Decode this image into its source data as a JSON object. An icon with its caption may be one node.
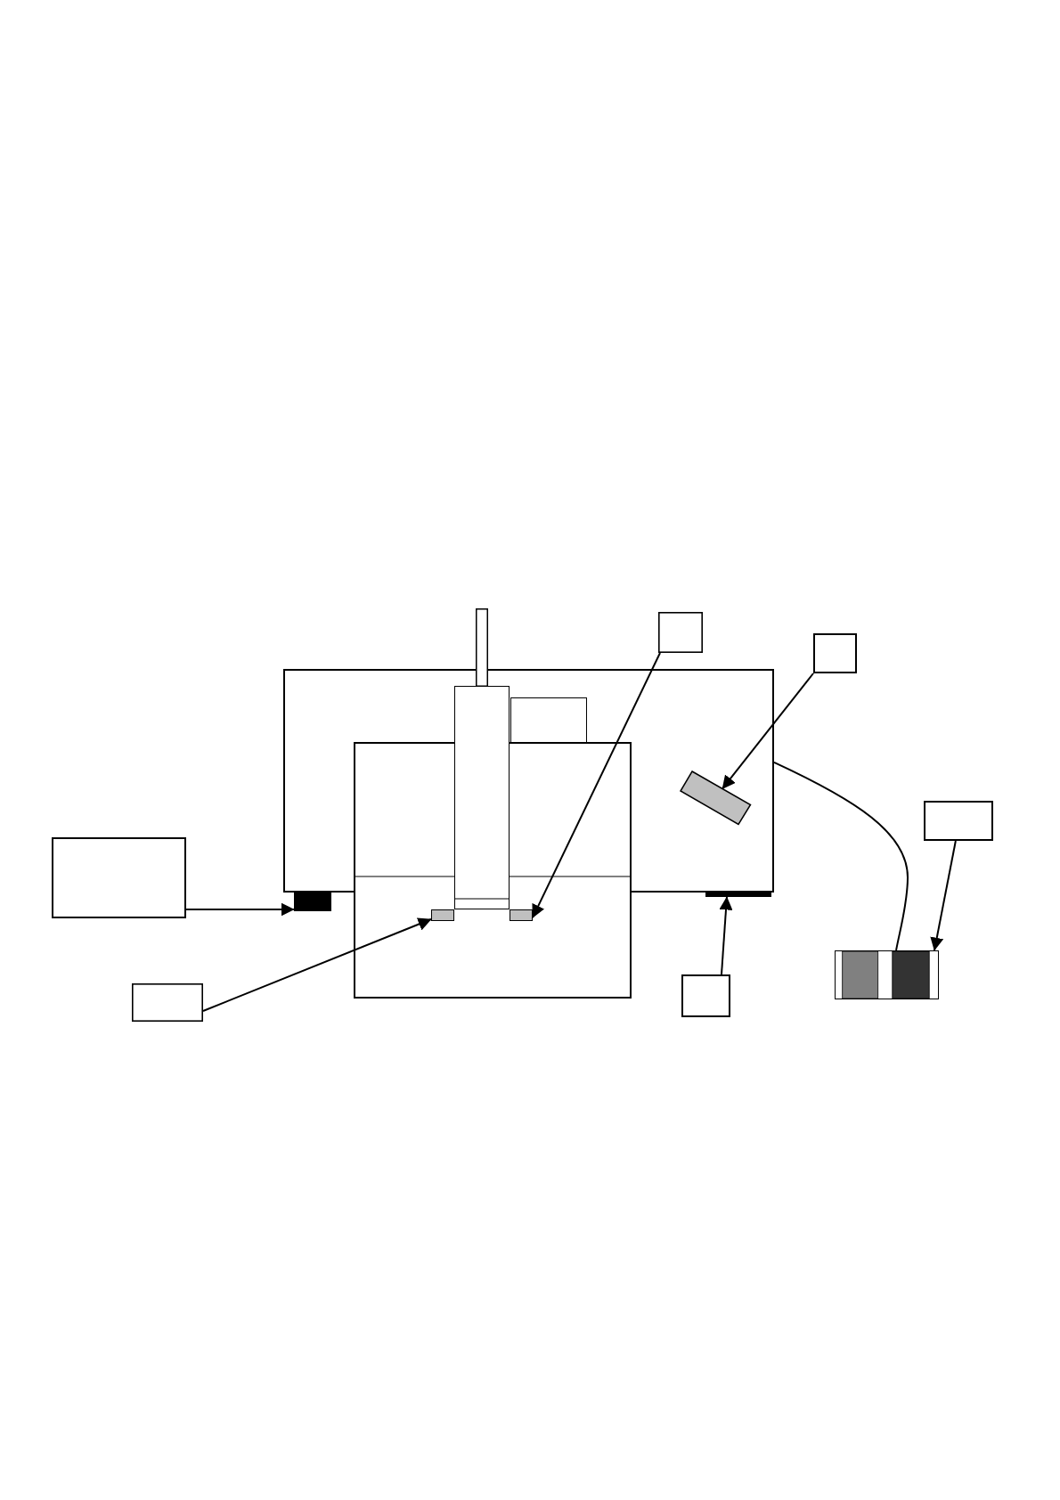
{
  "diagram": {
    "nodes": [
      {
        "text": [],
        "shape": "box"
      },
      {
        "text": [],
        "shape": "box"
      },
      {
        "text": [],
        "shape": "box"
      },
      {
        "text": [],
        "shape": "box"
      },
      {
        "text": [],
        "shape": "box",
        "in": 3
      },
      {
        "text": [],
        "shape": "box",
        "in": 3
      },
      {
        "text": [],
        "shape": "box"
      },
      {
        "text": [],
        "shape": "box"
      },
      {
        "text": [],
        "shape": "box",
        "in": 7
      },
      {
        "text": [],
        "shape": "box",
        "in": 7
      },
      {
        "text": [],
        "shape": "box"
      },
      {
        "text": [],
        "shape": "box"
      },
      {
        "text": [],
        "shape": "box"
      },
      {
        "text": [],
        "shape": "bar"
      },
      {
        "text": [],
        "shape": "box"
      },
      {
        "text": [],
        "shape": "box"
      },
      {
        "text": [],
        "shape": "box"
      }
    ],
    "edges": [
      {
        "from": 11,
        "to": 12,
        "arrow": "to"
      },
      {
        "from": 15,
        "to": 8,
        "arrow": "to"
      },
      {
        "from": 1,
        "to": 9,
        "arrow": "to"
      },
      {
        "from": 2,
        "to": 5,
        "arrow": "to"
      },
      {
        "from": 16,
        "to": 13,
        "arrow": "to"
      },
      {
        "from": 10,
        "to": 14,
        "arrow": "to"
      },
      {
        "from": 3,
        "to": 14,
        "arrow": "none"
      }
    ]
  }
}
